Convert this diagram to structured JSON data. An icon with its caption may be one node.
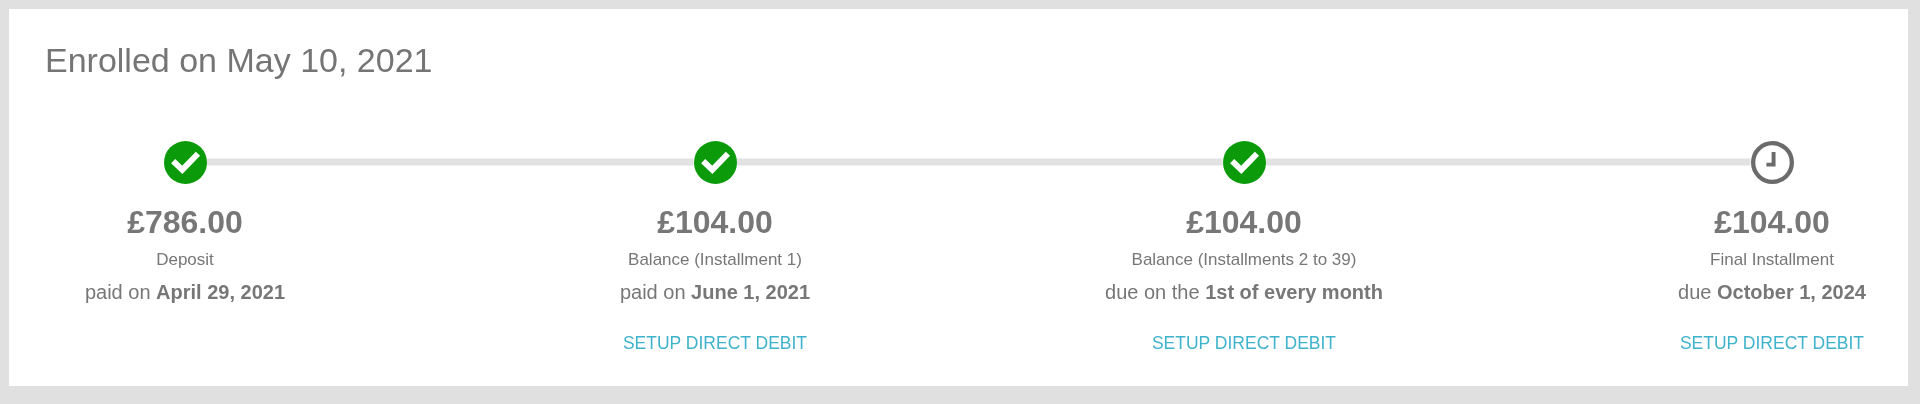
{
  "diagram": {
    "title": "Enrolled on May 10, 2021",
    "nodes": [
      {
        "text": [],
        "shape": "circle",
        "beside": [
          "£786.00",
          "Deposit",
          "paid on **April 29, 2021**"
        ]
      },
      {
        "text": [],
        "shape": "circle",
        "beside": [
          "£104.00",
          "Balance (Installment 1)",
          "paid on **June 1, 2021**",
          "SETUP DIRECT DEBIT"
        ]
      },
      {
        "text": [],
        "shape": "circle",
        "beside": [
          "£104.00",
          "Balance (Installments 2 to 39)",
          "due on the **1st of every month**",
          "SETUP DIRECT DEBIT"
        ]
      },
      {
        "text": [],
        "shape": "clock",
        "beside": [
          "£104.00",
          "Final Installment",
          "due **October 1, 2024**",
          "SETUP DIRECT DEBIT"
        ]
      }
    ],
    "edges": [
      {
        "from": 0,
        "to": 1,
        "arrow": "none"
      },
      {
        "from": 1,
        "to": 2,
        "arrow": "none"
      },
      {
        "from": 2,
        "to": 3,
        "arrow": "none"
      }
    ]
  }
}
